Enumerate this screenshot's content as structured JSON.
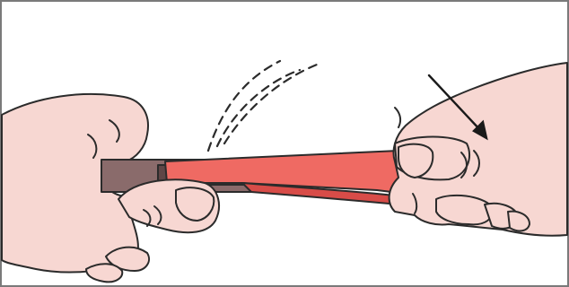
{
  "figure": {
    "kind": "instructional-illustration",
    "colors": {
      "background": "#ffffff",
      "frame": "#7a7a7a",
      "skin": "#f7d7d2",
      "outline": "#2b2b2b",
      "holder": "#8a6b6b",
      "strip": "#ef6a63",
      "strip_dark": "#d84c48"
    },
    "motion_cues": [
      "dashed-arcs",
      "direction-arrow"
    ],
    "texts": []
  }
}
